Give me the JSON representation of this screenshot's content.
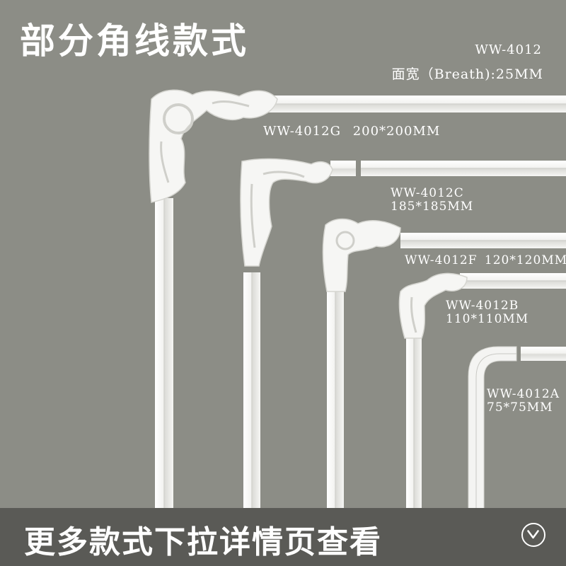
{
  "title": "部分角线款式",
  "spec": {
    "model": "WW-4012",
    "width": "面宽（Breath):25MM"
  },
  "items": [
    {
      "model": "WW-4012G",
      "size": "200*200MM"
    },
    {
      "model": "WW-4012C",
      "size": "185*185MM"
    },
    {
      "model": "WW-4012F",
      "size": "120*120MM"
    },
    {
      "model": "WW-4012B",
      "size": "110*110MM"
    },
    {
      "model": "WW-4012A",
      "size": "75*75MM"
    }
  ],
  "footer": {
    "text": "更多款式下拉详情页查看",
    "icon": "chevron-down-circle-icon"
  },
  "colors": {
    "background": "#8c8d86",
    "molding": "#f4f4f2",
    "footer_band": "#5a5a56"
  }
}
